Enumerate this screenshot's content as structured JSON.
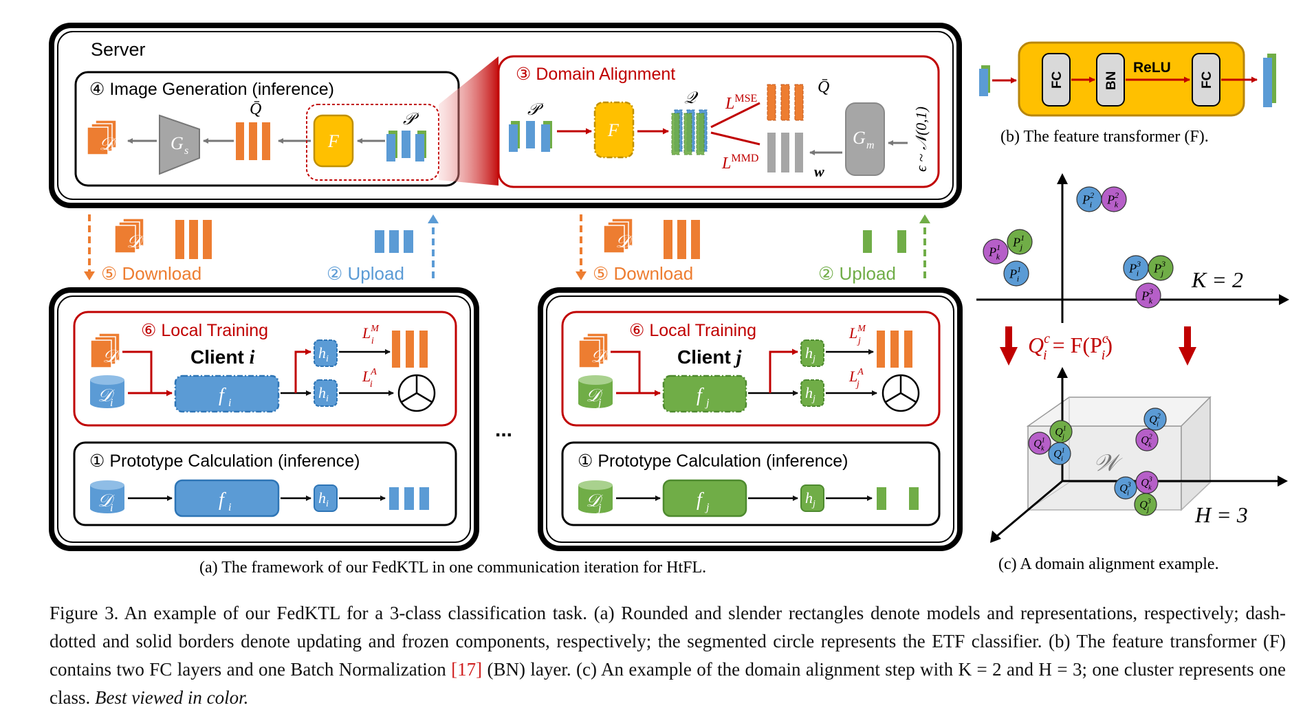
{
  "server": {
    "title": "Server",
    "image_generation": "④ Image Generation (inference)",
    "domain_alignment": "③ Domain Alignment",
    "sym_DI": "𝒟",
    "sym_DI_sub": "I",
    "sym_G": "G",
    "sym_Gs_sub": "s",
    "sym_Gm_sub": "m",
    "sym_Qbar": "Q̄",
    "sym_Q": "𝒬",
    "sym_P": "𝒫",
    "sym_F": "F",
    "sym_w": "w",
    "loss_mse": "L",
    "loss_mse_sup": "MSE",
    "loss_mmd": "L",
    "loss_mmd_sup": "MMD",
    "noise": "ϵ ~ 𝒩(0,1)"
  },
  "flows": {
    "download": "⑤ Download",
    "upload": "② Upload"
  },
  "client_i": {
    "local_training": "⑥ Local Training",
    "client_label": "Client ",
    "client_id": "i",
    "data": "𝒟",
    "data_sub": "i",
    "model": "f",
    "model_sub": "i",
    "h": "h",
    "h_sub": "i",
    "loss_m": "L",
    "loss_m_sub": "i",
    "loss_m_sup": "M",
    "loss_a": "L",
    "loss_a_sub": "i",
    "loss_a_sup": "A",
    "prototype": "① Prototype Calculation (inference)"
  },
  "client_j": {
    "local_training": "⑥ Local Training",
    "client_label": "Client ",
    "client_id": "j",
    "data": "𝒟",
    "data_sub": "j",
    "model": "f",
    "model_sub": "j",
    "h": "h",
    "h_sub": "j",
    "loss_m": "L",
    "loss_m_sub": "j",
    "loss_m_sup": "M",
    "loss_a": "L",
    "loss_a_sub": "j",
    "loss_a_sup": "A",
    "prototype": "① Prototype Calculation (inference)"
  },
  "ellipsis": "...",
  "feature_transformer": {
    "fc1": "FC",
    "bn": "BN",
    "relu": "ReLU",
    "fc2": "FC"
  },
  "alignment": {
    "K": "K = 2",
    "H": "H = 3",
    "mapping": "Q",
    "mapping_sub": "i",
    "mapping_sup": "c",
    "mapping_rhs": " = F(P",
    "mapping_rhs_sub": "i",
    "mapping_rhs_sup": "c",
    "mapping_end": ")",
    "space": "𝒲",
    "P_letter": "P",
    "Q_letter": "Q"
  },
  "captions": {
    "a": "(a) The framework of our FedKTL in one communication iteration for HtFL.",
    "b": "(b) The feature transformer (F).",
    "c": "(c) A domain alignment example."
  },
  "figure_caption": {
    "part1": "Figure 3. An example of our FedKTL for a 3-class classification task. (a) Rounded and slender rectangles denote models and representations, respectively; dash-dotted and solid borders denote updating and frozen components, respectively; the segmented circle represents the ETF classifier. (b) The feature transformer (F) contains two FC layers and one Batch Normalization ",
    "ref": "[17]",
    "part2": " (BN) layer. (c) An example of the domain alignment step with K = 2 and H = 3; one cluster represents one class. ",
    "italic": "Best viewed in color."
  },
  "colors": {
    "orange": "#ed7d31",
    "blue": "#5b9bd5",
    "green": "#70ad47",
    "purple": "#b65fc8",
    "gold": "#ffc000",
    "red": "#c00000",
    "gray": "#a6a6a6"
  }
}
